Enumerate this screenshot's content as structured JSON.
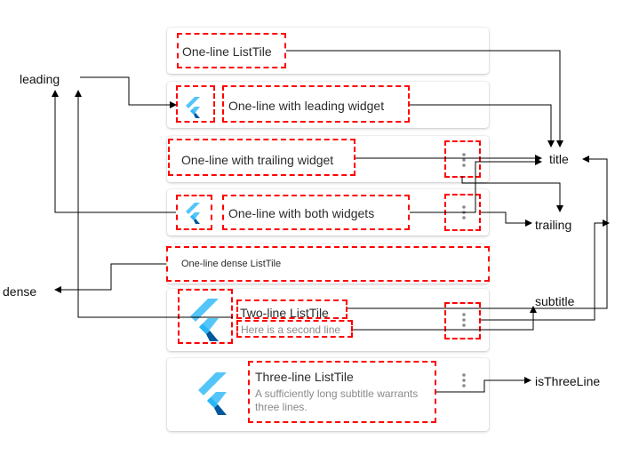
{
  "tiles": {
    "one_line": {
      "title": "One-line ListTile"
    },
    "leading": {
      "title": "One-line with leading widget"
    },
    "trailing": {
      "title": "One-line with trailing widget"
    },
    "both": {
      "title": "One-line with both widgets"
    },
    "dense": {
      "title": "One-line dense ListTile"
    },
    "two_line": {
      "title": "Two-line ListTile",
      "subtitle": "Here is a second line"
    },
    "three_line": {
      "title": "Three-line ListTile",
      "subtitle_line1": "A sufficiently long subtitle warrants",
      "subtitle_line2": "three lines."
    }
  },
  "labels": {
    "leading": "leading",
    "title": "title",
    "trailing": "trailing",
    "dense": "dense",
    "subtitle": "subtitle",
    "is_three_line": "isThreeLine"
  },
  "icons": {
    "leading": "flutter-logo-icon",
    "trailing": "more-vert-icon"
  },
  "colors": {
    "highlight": "#ff0000",
    "flutter_light": "#54c5f8",
    "flutter_dark": "#01579b",
    "flutter_mid": "#29b6f6"
  }
}
